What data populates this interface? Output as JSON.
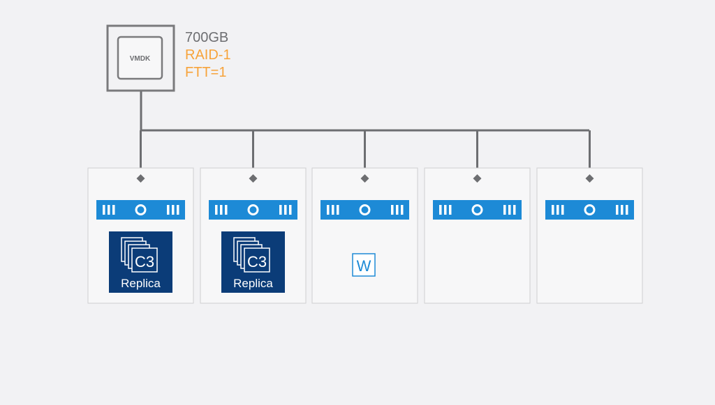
{
  "vmdk": {
    "icon_label": "VMDK",
    "size": "700GB",
    "raid": "RAID-1",
    "ftt": "FTT=1"
  },
  "colors": {
    "background": "#f2f2f4",
    "line": "#6d6e71",
    "accent_orange": "#f7a33a",
    "host_blue": "#1d8ad6",
    "badge_navy": "#0b3c78",
    "text_gray": "#6d6e71"
  },
  "hosts": [
    {
      "component": "replica",
      "badge": {
        "id": "C3",
        "label": "Replica"
      }
    },
    {
      "component": "replica",
      "badge": {
        "id": "C3",
        "label": "Replica"
      }
    },
    {
      "component": "witness",
      "badge": {
        "id": "W"
      }
    },
    {
      "component": "none"
    },
    {
      "component": "none"
    }
  ]
}
